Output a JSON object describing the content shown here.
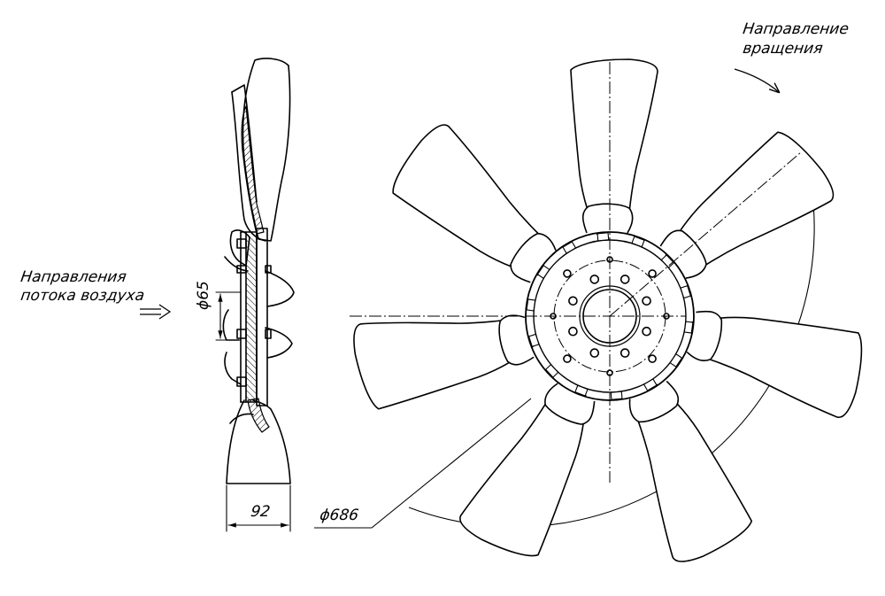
{
  "labels": {
    "airflow_line1": "Направления",
    "airflow_line2": "потока воздуха",
    "rotation_line1": "Направление",
    "rotation_line2": "вращения",
    "dim_hub_diameter": "ϕ65",
    "dim_fan_diameter": "ϕ686",
    "dim_width": "92"
  },
  "fan": {
    "blade_count": 7,
    "hub_bolt_count": 8,
    "outer_bolt_count": 4
  },
  "colors": {
    "line": "#000000",
    "background": "#ffffff"
  }
}
